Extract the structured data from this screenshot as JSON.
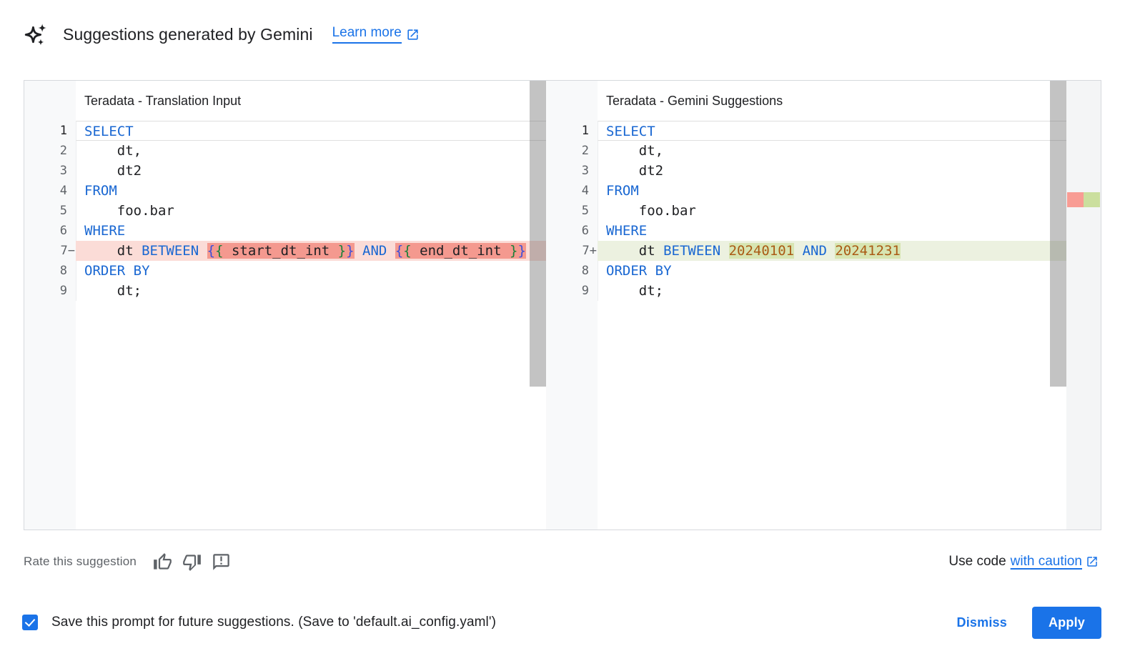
{
  "header": {
    "icon": "gemini-spark-icon",
    "title": "Suggestions generated by Gemini",
    "learn_more_label": "Learn more"
  },
  "colors": {
    "accent_blue": "#1a73e8",
    "keyword": "#1967d2",
    "number_literal": "#aa5b15",
    "brace_outer": "#3b4ddb",
    "brace_inner": "#188038",
    "removed_line_bg": "#fbdcd7",
    "removed_token_bg": "#f4998f",
    "added_line_bg": "#ecf1e0",
    "added_token_bg": "#d7e5b2",
    "gutter_bg": "#f8f9fa",
    "scrollbar": "#9e9e9e"
  },
  "editors": [
    {
      "title": "Teradata - Translation Input",
      "lines": [
        {
          "n": "1",
          "active": true,
          "tokens": [
            {
              "t": "SELECT",
              "c": "kw"
            }
          ]
        },
        {
          "n": "2",
          "tokens": [
            {
              "t": "    dt,",
              "c": "pl"
            }
          ]
        },
        {
          "n": "3",
          "tokens": [
            {
              "t": "    dt2",
              "c": "pl"
            }
          ]
        },
        {
          "n": "4",
          "tokens": [
            {
              "t": "FROM",
              "c": "kw"
            }
          ]
        },
        {
          "n": "5",
          "tokens": [
            {
              "t": "    foo.bar",
              "c": "pl"
            }
          ]
        },
        {
          "n": "6",
          "tokens": [
            {
              "t": "WHERE",
              "c": "kw"
            }
          ]
        },
        {
          "n": "7",
          "sign": "−",
          "diff": "removed",
          "tokens": [
            {
              "t": "    dt ",
              "c": "pl"
            },
            {
              "t": "BETWEEN",
              "c": "kw"
            },
            {
              "t": " ",
              "c": "pl"
            },
            {
              "t": "{",
              "c": "b1",
              "h": 1
            },
            {
              "t": "{",
              "c": "b2",
              "h": 1
            },
            {
              "t": " start_dt_int ",
              "c": "pl",
              "h": 1
            },
            {
              "t": "}",
              "c": "b2",
              "h": 1
            },
            {
              "t": "}",
              "c": "b1",
              "h": 1
            },
            {
              "t": " ",
              "c": "pl"
            },
            {
              "t": "AND",
              "c": "kw"
            },
            {
              "t": " ",
              "c": "pl"
            },
            {
              "t": "{",
              "c": "b1",
              "h": 1
            },
            {
              "t": "{",
              "c": "b2",
              "h": 1
            },
            {
              "t": " end_dt_int ",
              "c": "pl",
              "h": 1
            },
            {
              "t": "}",
              "c": "b2",
              "h": 1
            },
            {
              "t": "}",
              "c": "b1",
              "h": 1
            }
          ]
        },
        {
          "n": "8",
          "tokens": [
            {
              "t": "ORDER BY",
              "c": "kw"
            }
          ]
        },
        {
          "n": "9",
          "tokens": [
            {
              "t": "    dt;",
              "c": "pl"
            }
          ]
        }
      ]
    },
    {
      "title": "Teradata - Gemini Suggestions",
      "lines": [
        {
          "n": "1",
          "active": true,
          "tokens": [
            {
              "t": "SELECT",
              "c": "kw"
            }
          ]
        },
        {
          "n": "2",
          "tokens": [
            {
              "t": "    dt,",
              "c": "pl"
            }
          ]
        },
        {
          "n": "3",
          "tokens": [
            {
              "t": "    dt2",
              "c": "pl"
            }
          ]
        },
        {
          "n": "4",
          "tokens": [
            {
              "t": "FROM",
              "c": "kw"
            }
          ]
        },
        {
          "n": "5",
          "tokens": [
            {
              "t": "    foo.bar",
              "c": "pl"
            }
          ]
        },
        {
          "n": "6",
          "tokens": [
            {
              "t": "WHERE",
              "c": "kw"
            }
          ]
        },
        {
          "n": "7",
          "sign": "+",
          "diff": "added",
          "tokens": [
            {
              "t": "    dt ",
              "c": "pl"
            },
            {
              "t": "BETWEEN",
              "c": "kw"
            },
            {
              "t": " ",
              "c": "pl"
            },
            {
              "t": "20240101",
              "c": "nu",
              "h": 1
            },
            {
              "t": " ",
              "c": "pl"
            },
            {
              "t": "AND",
              "c": "kw"
            },
            {
              "t": " ",
              "c": "pl"
            },
            {
              "t": "20241231",
              "c": "nu",
              "h": 1
            }
          ]
        },
        {
          "n": "8",
          "tokens": [
            {
              "t": "ORDER BY",
              "c": "kw"
            }
          ]
        },
        {
          "n": "9",
          "tokens": [
            {
              "t": "    dt;",
              "c": "pl"
            }
          ]
        }
      ]
    }
  ],
  "rate": {
    "label": "Rate this suggestion",
    "icons": [
      "thumb-up-icon",
      "thumb-down-icon",
      "feedback-icon"
    ]
  },
  "use_code": {
    "prefix": "Use code",
    "link_label": "with caution",
    "ext_icon": "open-in-new-icon"
  },
  "footer": {
    "checkbox_checked": true,
    "save_label": "Save this prompt for future suggestions. (Save to 'default.ai_config.yaml')",
    "dismiss_label": "Dismiss",
    "apply_label": "Apply"
  }
}
